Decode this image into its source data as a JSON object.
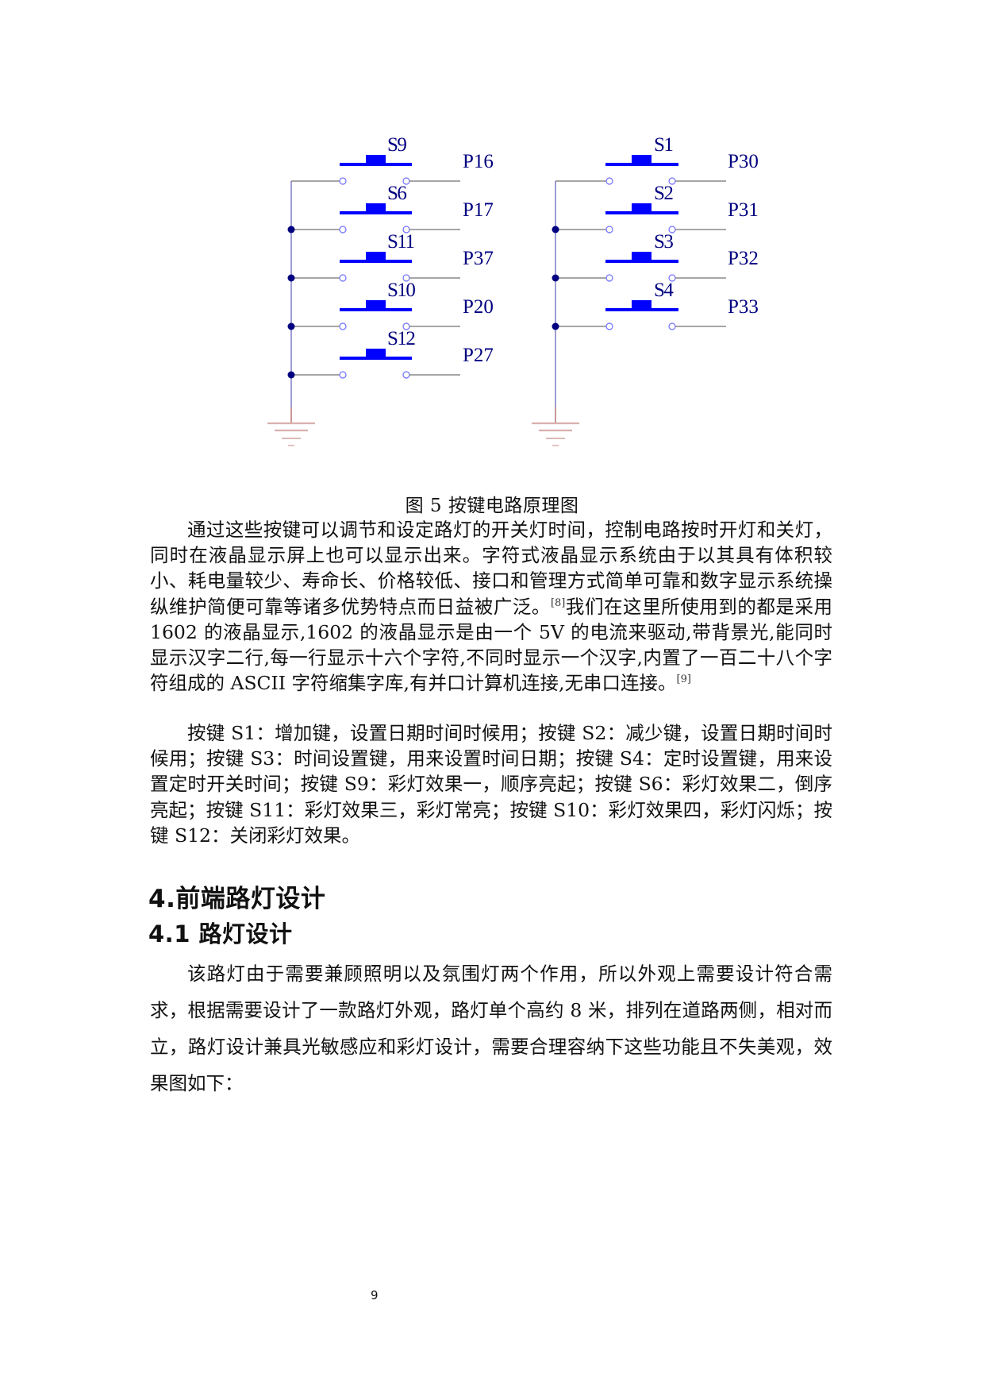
{
  "figure": {
    "caption": "图 5  按键电路原理图",
    "colors": {
      "switch": "#0000ff",
      "contact": "#7070ff",
      "wire": "#707070",
      "bus": "#6a6ac0",
      "junction": "#000080",
      "label": "#000080",
      "ground": "#d9b0ae",
      "ground_stem": "#b06060"
    },
    "left_group": {
      "switches": [
        {
          "ref": "S9",
          "port": "P16"
        },
        {
          "ref": "S6",
          "port": "P17"
        },
        {
          "ref": "S11",
          "port": "P37"
        },
        {
          "ref": "S10",
          "port": "P20"
        },
        {
          "ref": "S12",
          "port": "P27"
        }
      ]
    },
    "right_group": {
      "switches": [
        {
          "ref": "S1",
          "port": "P30"
        },
        {
          "ref": "S2",
          "port": "P31"
        },
        {
          "ref": "S3",
          "port": "P32"
        },
        {
          "ref": "S4",
          "port": "P33"
        }
      ]
    }
  },
  "paragraph1": {
    "part1": "通过这些按键可以调节和设定路灯的开关灯时间，控制电路按时开灯和关灯，同时在液晶显示屏上也可以显示出来。字符式液晶显示系统由于以其具有体积较小、耗电量较少、寿命长、价格较低、接口和管理方式简单可靠和数字显示系统操纵维护简便可靠等诸多优势特点而日益被广泛。",
    "ref1": "[8]",
    "part2": "我们在这里所使用到的都是采用 1602 的液晶显示,1602 的液晶显示是由一个 5V 的电流来驱动,带背景光,能同时显示汉字二行,每一行显示十六个字符,不同时显示一个汉字,内置了一百二十八个字符组成的 ASCII 字符缩集字库,有并口计算机连接,无串口连接。",
    "ref2": "[9]"
  },
  "paragraph2": "按键 S1：增加键，设置日期时间时候用；按键 S2：减少键，设置日期时间时候用；按键 S3：时间设置键，用来设置时间日期；按键 S4：定时设置键，用来设置定时开关时间；按键 S9：彩灯效果一，顺序亮起；按键 S6：彩灯效果二，倒序亮起；按键 S11：彩灯效果三，彩灯常亮；按键 S10：彩灯效果四，彩灯闪烁；按键 S12：关闭彩灯效果。",
  "heading1": "4.前端路灯设计",
  "heading2": "4.1 路灯设计",
  "paragraph3": "该路灯由于需要兼顾照明以及氛围灯两个作用，所以外观上需要设计符合需求，根据需要设计了一款路灯外观，路灯单个高约 8 米，排列在道路两侧，相对而立，路灯设计兼具光敏感应和彩灯设计，需要合理容纳下这些功能且不失美观，效果图如下：",
  "page_number": "9"
}
